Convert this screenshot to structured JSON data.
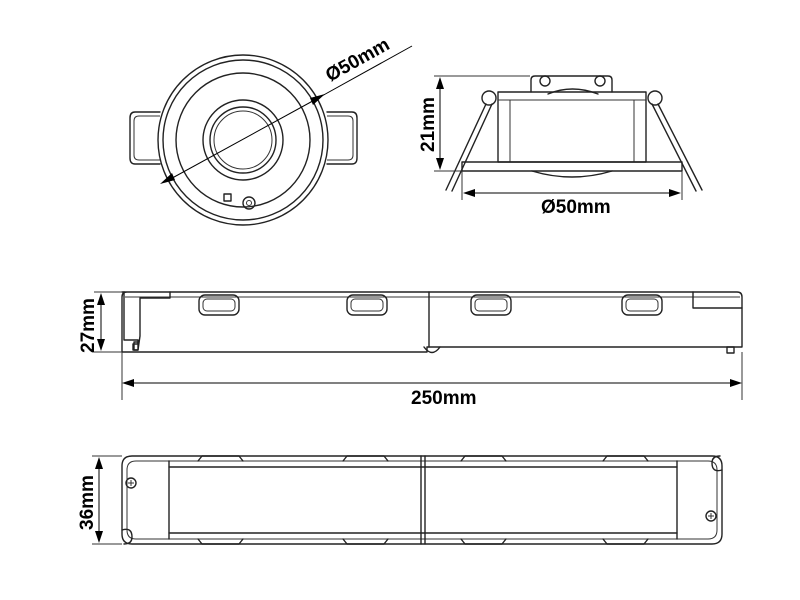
{
  "views": {
    "sensor_front": {
      "diameter_label": "Ø50mm"
    },
    "sensor_side": {
      "height_label": "21mm",
      "width_label": "Ø50mm"
    },
    "driver_side": {
      "height_label": "27mm",
      "length_label": "250mm"
    },
    "driver_top": {
      "width_label": "36mm"
    }
  }
}
